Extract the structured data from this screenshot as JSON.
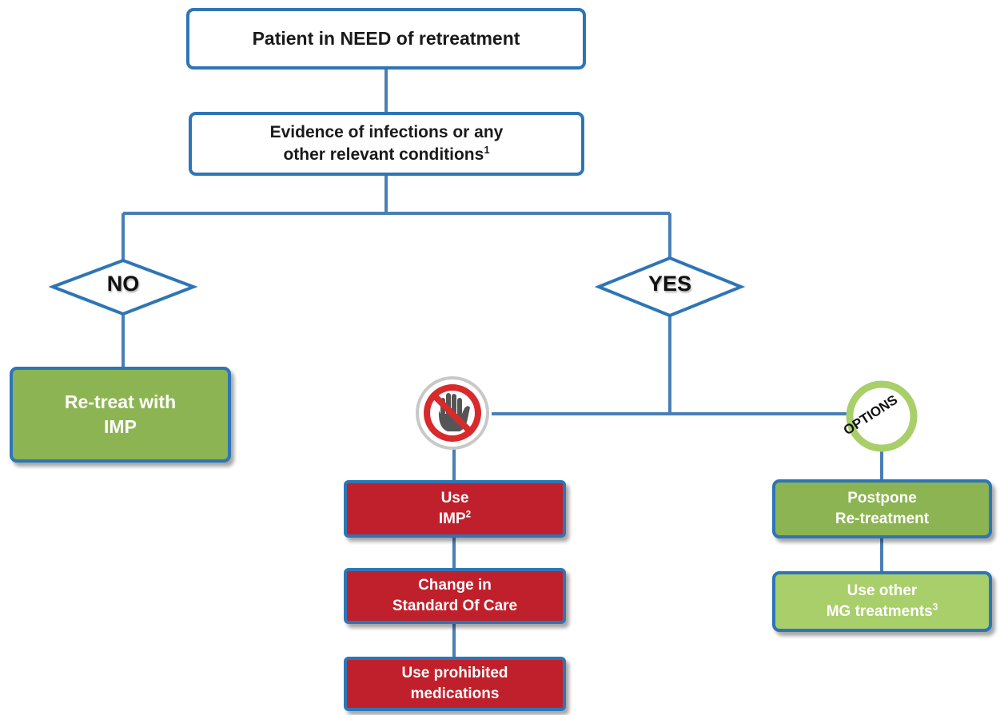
{
  "top_box": {
    "text": "Patient in NEED of retreatment"
  },
  "evidence_box": {
    "line1": "Evidence of infections or any",
    "line2": "other relevant conditions",
    "sup": "1"
  },
  "no_diamond": {
    "label": "NO"
  },
  "yes_diamond": {
    "label": "YES"
  },
  "retreat_box": {
    "line1": "Re-treat with",
    "line2": "IMP"
  },
  "stop_icon": {
    "icon": "stop-hand-icon"
  },
  "options_badge": {
    "label": "OPTIONS"
  },
  "use_imp_box": {
    "line1": "Use",
    "line2": "IMP",
    "sup": "2"
  },
  "change_soc_box": {
    "line1": "Change in",
    "line2": "Standard Of Care"
  },
  "prohibited_box": {
    "line1": "Use prohibited",
    "line2": "medications"
  },
  "postpone_box": {
    "line1": "Postpone",
    "line2": "Re-treatment"
  },
  "other_mg_box": {
    "line1": "Use other",
    "line2": "MG treatments",
    "sup": "3"
  },
  "colors": {
    "border": "#2e75b6",
    "green": "#8db452",
    "red": "#c0202b",
    "light_green": "#a9cf6a"
  }
}
